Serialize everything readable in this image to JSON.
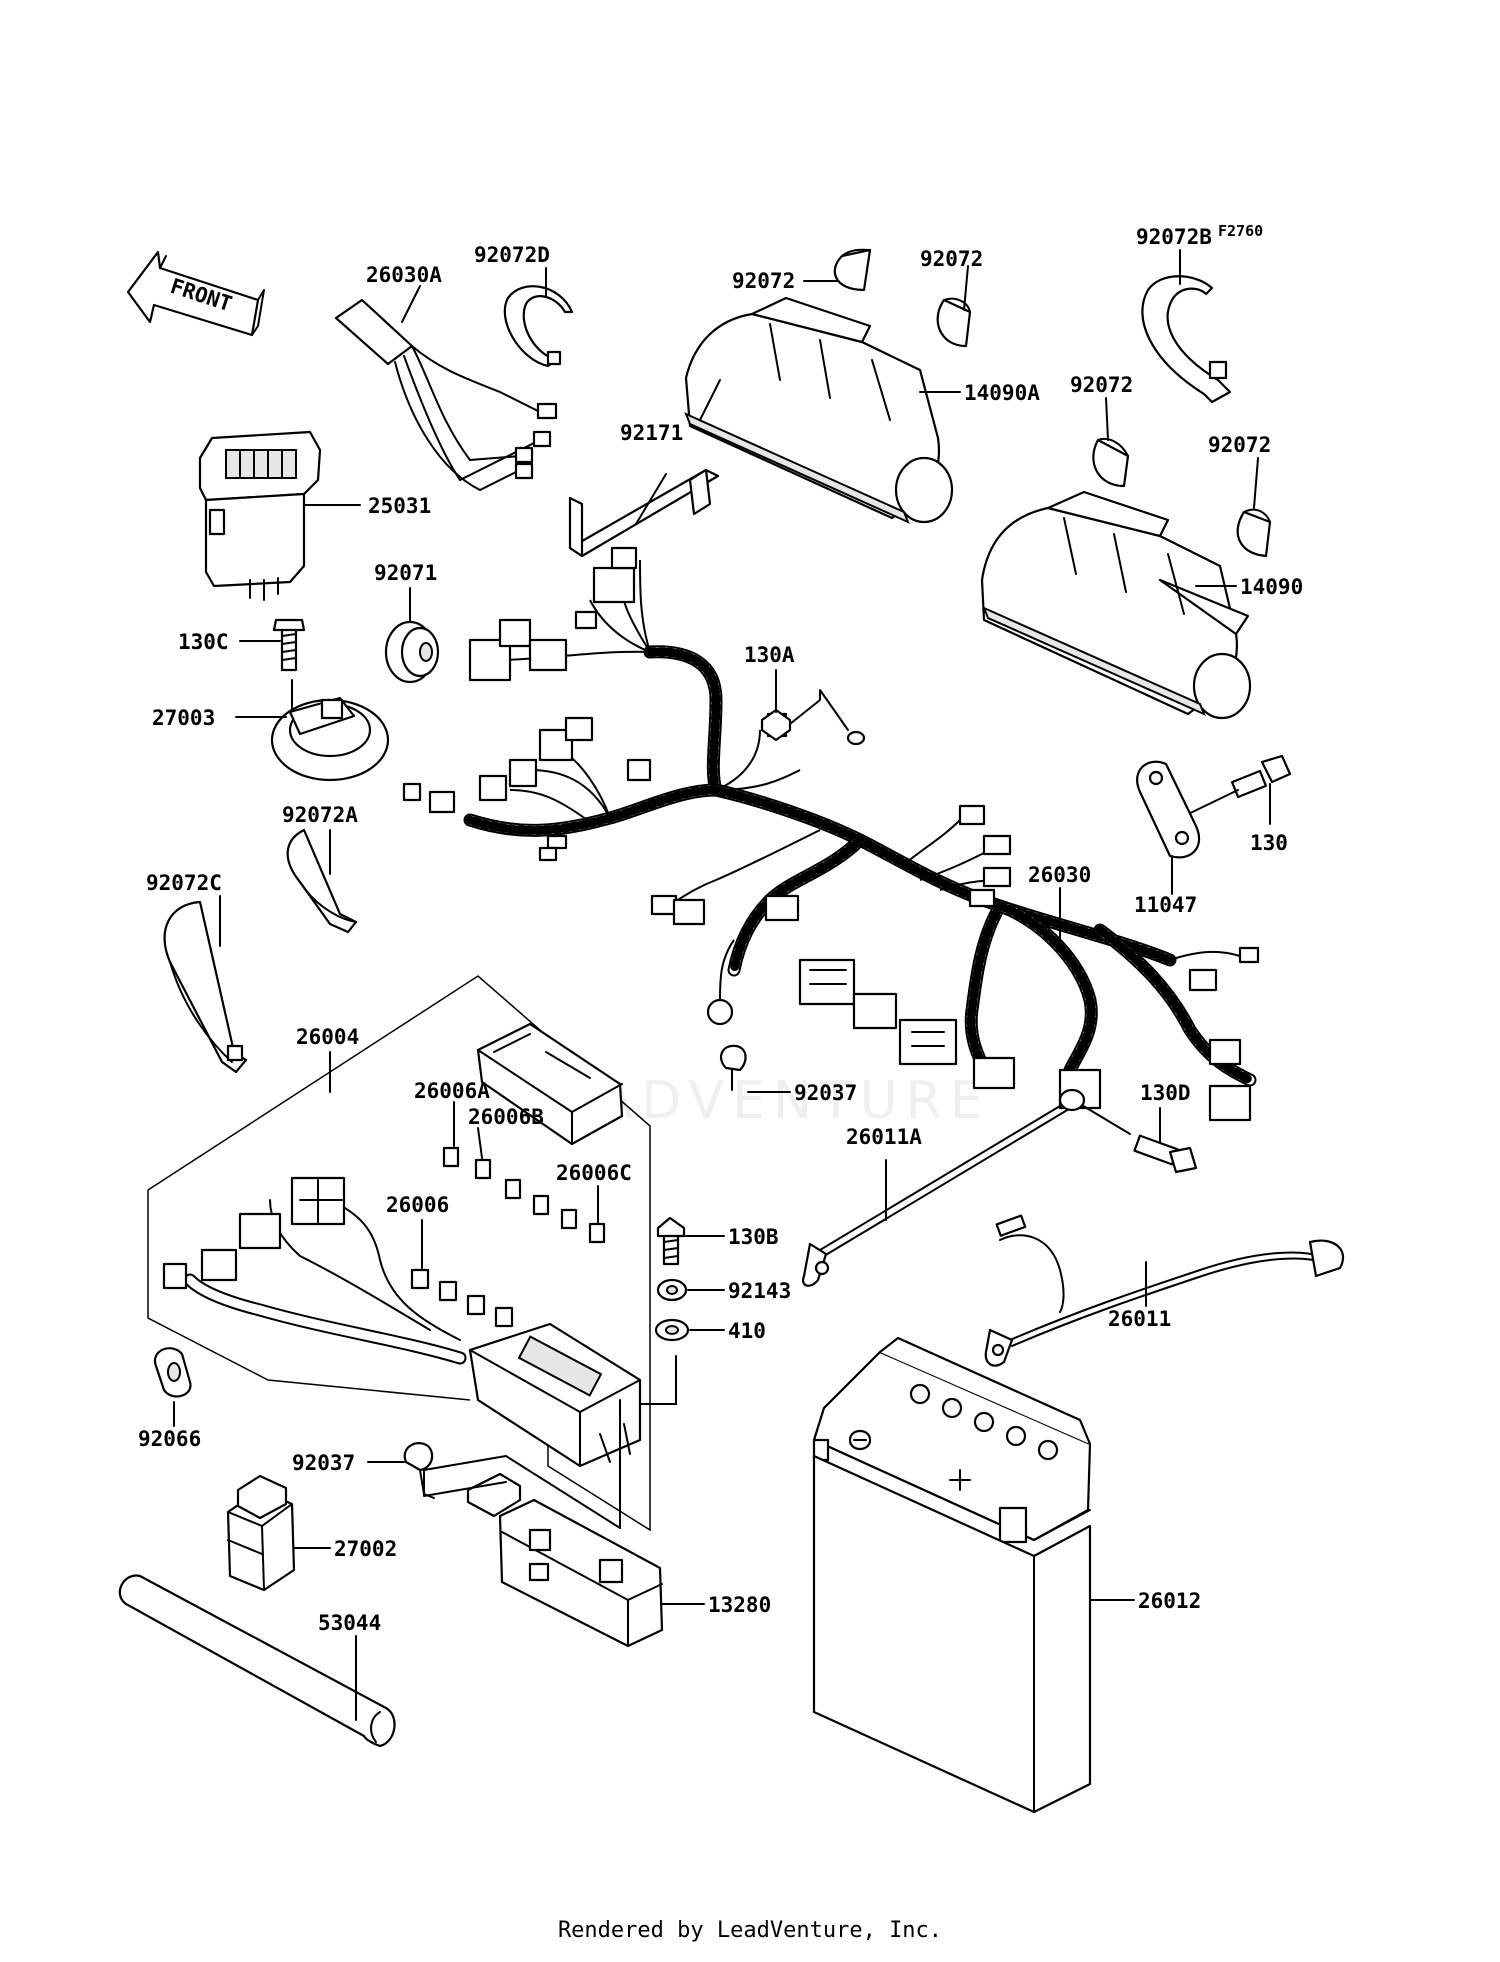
{
  "diagram": {
    "figure_code": "F2760",
    "front_arrow": "FRONT",
    "watermark": "LEADVENTURE",
    "labels": {
      "p92072D": "92072D",
      "p26030A": "26030A",
      "p92072_a": "92072",
      "p92072_b": "92072",
      "p92072B": "92072B",
      "p14090A": "14090A",
      "p92171": "92171",
      "p92072_c": "92072",
      "p92072_d": "92072",
      "p25031": "25031",
      "p14090": "14090",
      "p92071": "92071",
      "p130C": "130C",
      "p130A": "130A",
      "p27003": "27003",
      "p130": "130",
      "p92072A": "92072A",
      "p92072C": "92072C",
      "p11047": "11047",
      "p26030": "26030",
      "p26004": "26004",
      "p26006A": "26006A",
      "p26006B": "26006B",
      "p26006C": "26006C",
      "p26006": "26006",
      "p92037_a": "92037",
      "p130D": "130D",
      "p26011A": "26011A",
      "p130B": "130B",
      "p92143": "92143",
      "p410": "410",
      "p26011": "26011",
      "p92066": "92066",
      "p92037_b": "92037",
      "p27002": "27002",
      "p26012": "26012",
      "p53044": "53044",
      "p13280": "13280"
    }
  },
  "footer": {
    "credit": "Rendered by LeadVenture, Inc."
  }
}
